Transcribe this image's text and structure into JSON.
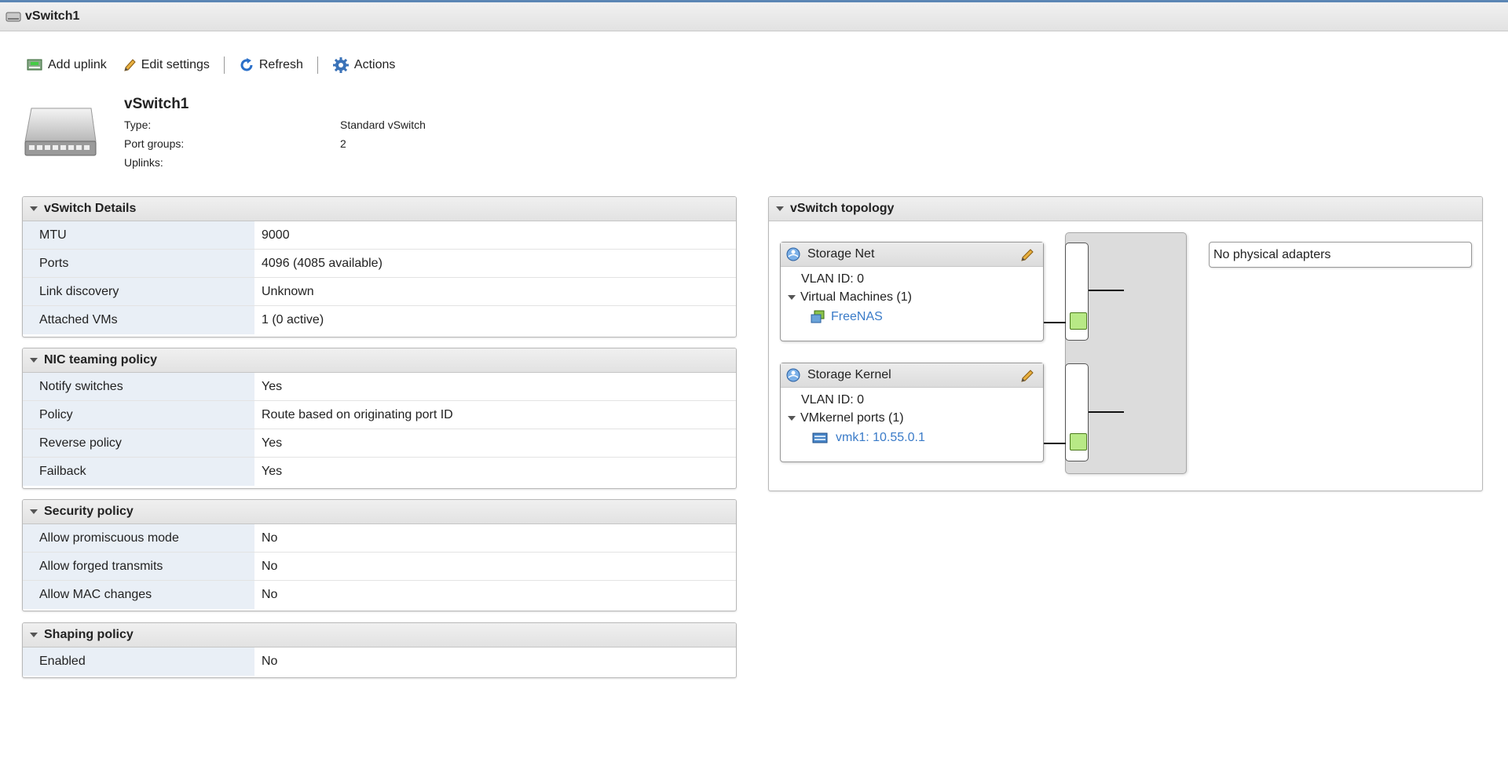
{
  "window": {
    "title": "vSwitch1"
  },
  "toolbar": {
    "add_uplink": "Add uplink",
    "edit_settings": "Edit settings",
    "refresh": "Refresh",
    "actions": "Actions"
  },
  "summary": {
    "name": "vSwitch1",
    "type_label": "Type:",
    "type_value": "Standard vSwitch",
    "port_groups_label": "Port groups:",
    "port_groups_value": "2",
    "uplinks_label": "Uplinks:",
    "uplinks_value": ""
  },
  "details": {
    "title": "vSwitch Details",
    "rows": [
      {
        "k": "MTU",
        "v": "9000"
      },
      {
        "k": "Ports",
        "v": "4096 (4085 available)"
      },
      {
        "k": "Link discovery",
        "v": "Unknown"
      },
      {
        "k": "Attached VMs",
        "v": "1 (0 active)"
      }
    ]
  },
  "nic": {
    "title": "NIC teaming policy",
    "rows": [
      {
        "k": "Notify switches",
        "v": "Yes"
      },
      {
        "k": "Policy",
        "v": "Route based on originating port ID"
      },
      {
        "k": "Reverse policy",
        "v": "Yes"
      },
      {
        "k": "Failback",
        "v": "Yes"
      }
    ]
  },
  "security": {
    "title": "Security policy",
    "rows": [
      {
        "k": "Allow promiscuous mode",
        "v": "No"
      },
      {
        "k": "Allow forged transmits",
        "v": "No"
      },
      {
        "k": "Allow MAC changes",
        "v": "No"
      }
    ]
  },
  "shaping": {
    "title": "Shaping policy",
    "rows": [
      {
        "k": "Enabled",
        "v": "No"
      }
    ]
  },
  "topology": {
    "title": "vSwitch topology",
    "port_groups": [
      {
        "name": "Storage Net",
        "vlan": "VLAN ID: 0",
        "group": "Virtual Machines (1)",
        "item": "FreeNAS"
      },
      {
        "name": "Storage Kernel",
        "vlan": "VLAN ID: 0",
        "group": "VMkernel ports (1)",
        "item": "vmk1: 10.55.0.1"
      }
    ],
    "no_adapters": "No physical adapters"
  }
}
